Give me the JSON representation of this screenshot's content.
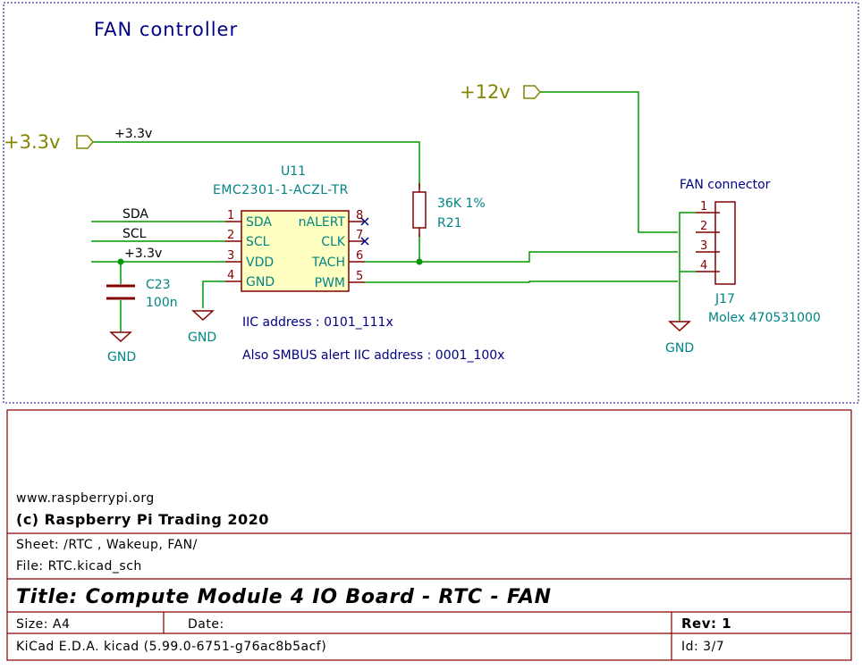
{
  "colors": {
    "wire": "#009900",
    "component": "#840000",
    "pin_text": "#840000",
    "ref_text": "#008484",
    "power": "#848400",
    "sheet_text": "#000084",
    "noconnect": "#000084",
    "frame": "#840000",
    "frame_text": "#000000"
  },
  "sheet": {
    "title": "FAN controller"
  },
  "power": {
    "p12v": "+12v",
    "p3v3": "+3.3v",
    "p3v3_wire_label": "+3.3v",
    "vdd_wire_label": "+3.3v",
    "gnd": "GND"
  },
  "nets": {
    "sda": "SDA",
    "scl": "SCL"
  },
  "u11": {
    "ref": "U11",
    "value": "EMC2301-1-ACZL-TR",
    "left_pins": [
      {
        "num": "1",
        "name": "SDA"
      },
      {
        "num": "2",
        "name": "SCL"
      },
      {
        "num": "3",
        "name": "VDD"
      },
      {
        "num": "4",
        "name": "GND"
      }
    ],
    "right_pins": [
      {
        "num": "8",
        "name": "nALERT"
      },
      {
        "num": "7",
        "name": "CLK"
      },
      {
        "num": "6",
        "name": "TACH"
      },
      {
        "num": "5",
        "name": "PWM"
      }
    ]
  },
  "r21": {
    "value": "36K 1%",
    "ref": "R21"
  },
  "c23": {
    "ref": "C23",
    "value": "100n"
  },
  "j17": {
    "title": "FAN connector",
    "ref": "J17",
    "value": "Molex 470531000",
    "pins": [
      "1",
      "2",
      "3",
      "4"
    ]
  },
  "notes": {
    "iic_address": "IIC address : 0101_111x",
    "smbus_address": "Also SMBUS alert IIC address : 0001_100x"
  },
  "title_block": {
    "website": "www.raspberrypi.org",
    "copyright": "(c) Raspberry Pi Trading 2020",
    "sheet": "Sheet: /RTC , Wakeup, FAN/",
    "file": "File: RTC.kicad_sch",
    "title": "Title: Compute Module 4 IO Board - RTC - FAN",
    "size": "Size: A4",
    "date": "Date:",
    "rev": "Rev: 1",
    "tool": "KiCad E.D.A.  kicad (5.99.0-6751-g76ac8b5acf)",
    "id": "Id: 3/7"
  }
}
